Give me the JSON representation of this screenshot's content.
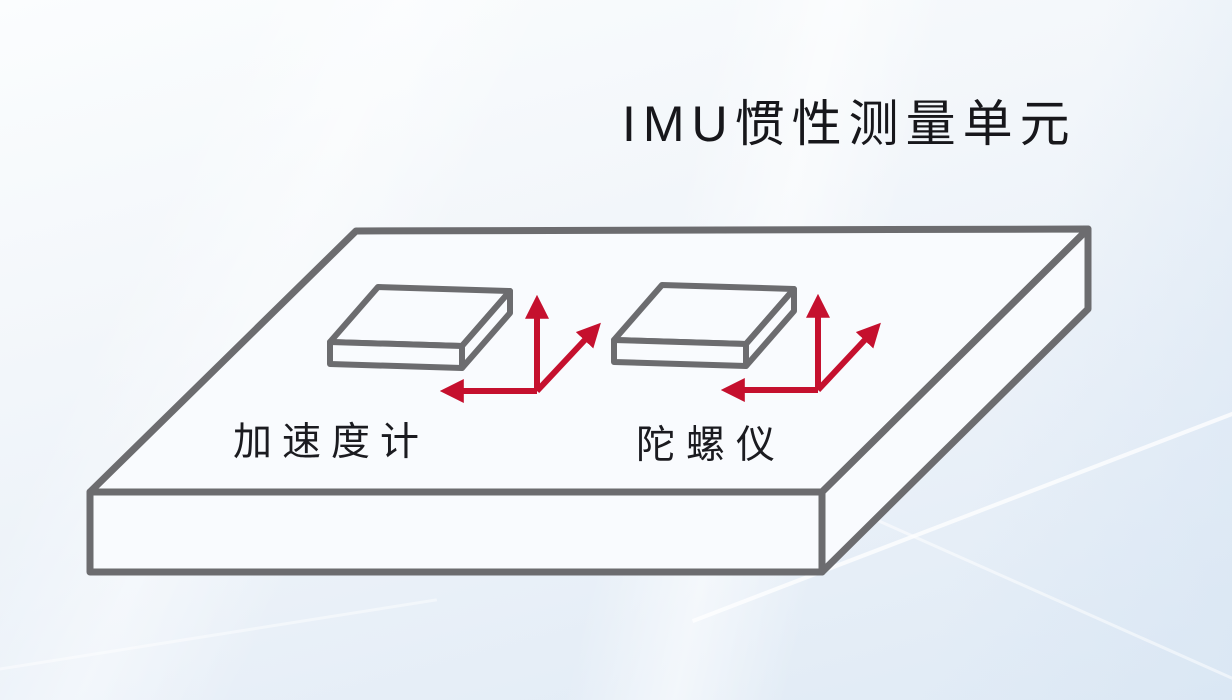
{
  "title": {
    "text": "IMU惯性测量单元"
  },
  "diagram": {
    "labels": {
      "accelerometer": "加速度计",
      "gyroscope": "陀螺仪"
    }
  },
  "colors": {
    "outline_gray": "#6c6c6f",
    "face_fill": "#f9fbfe",
    "axis_red": "#c5102e",
    "text": "#17171b",
    "background_top": "#fbfdfe",
    "background_bottom": "#dfeaf5"
  }
}
